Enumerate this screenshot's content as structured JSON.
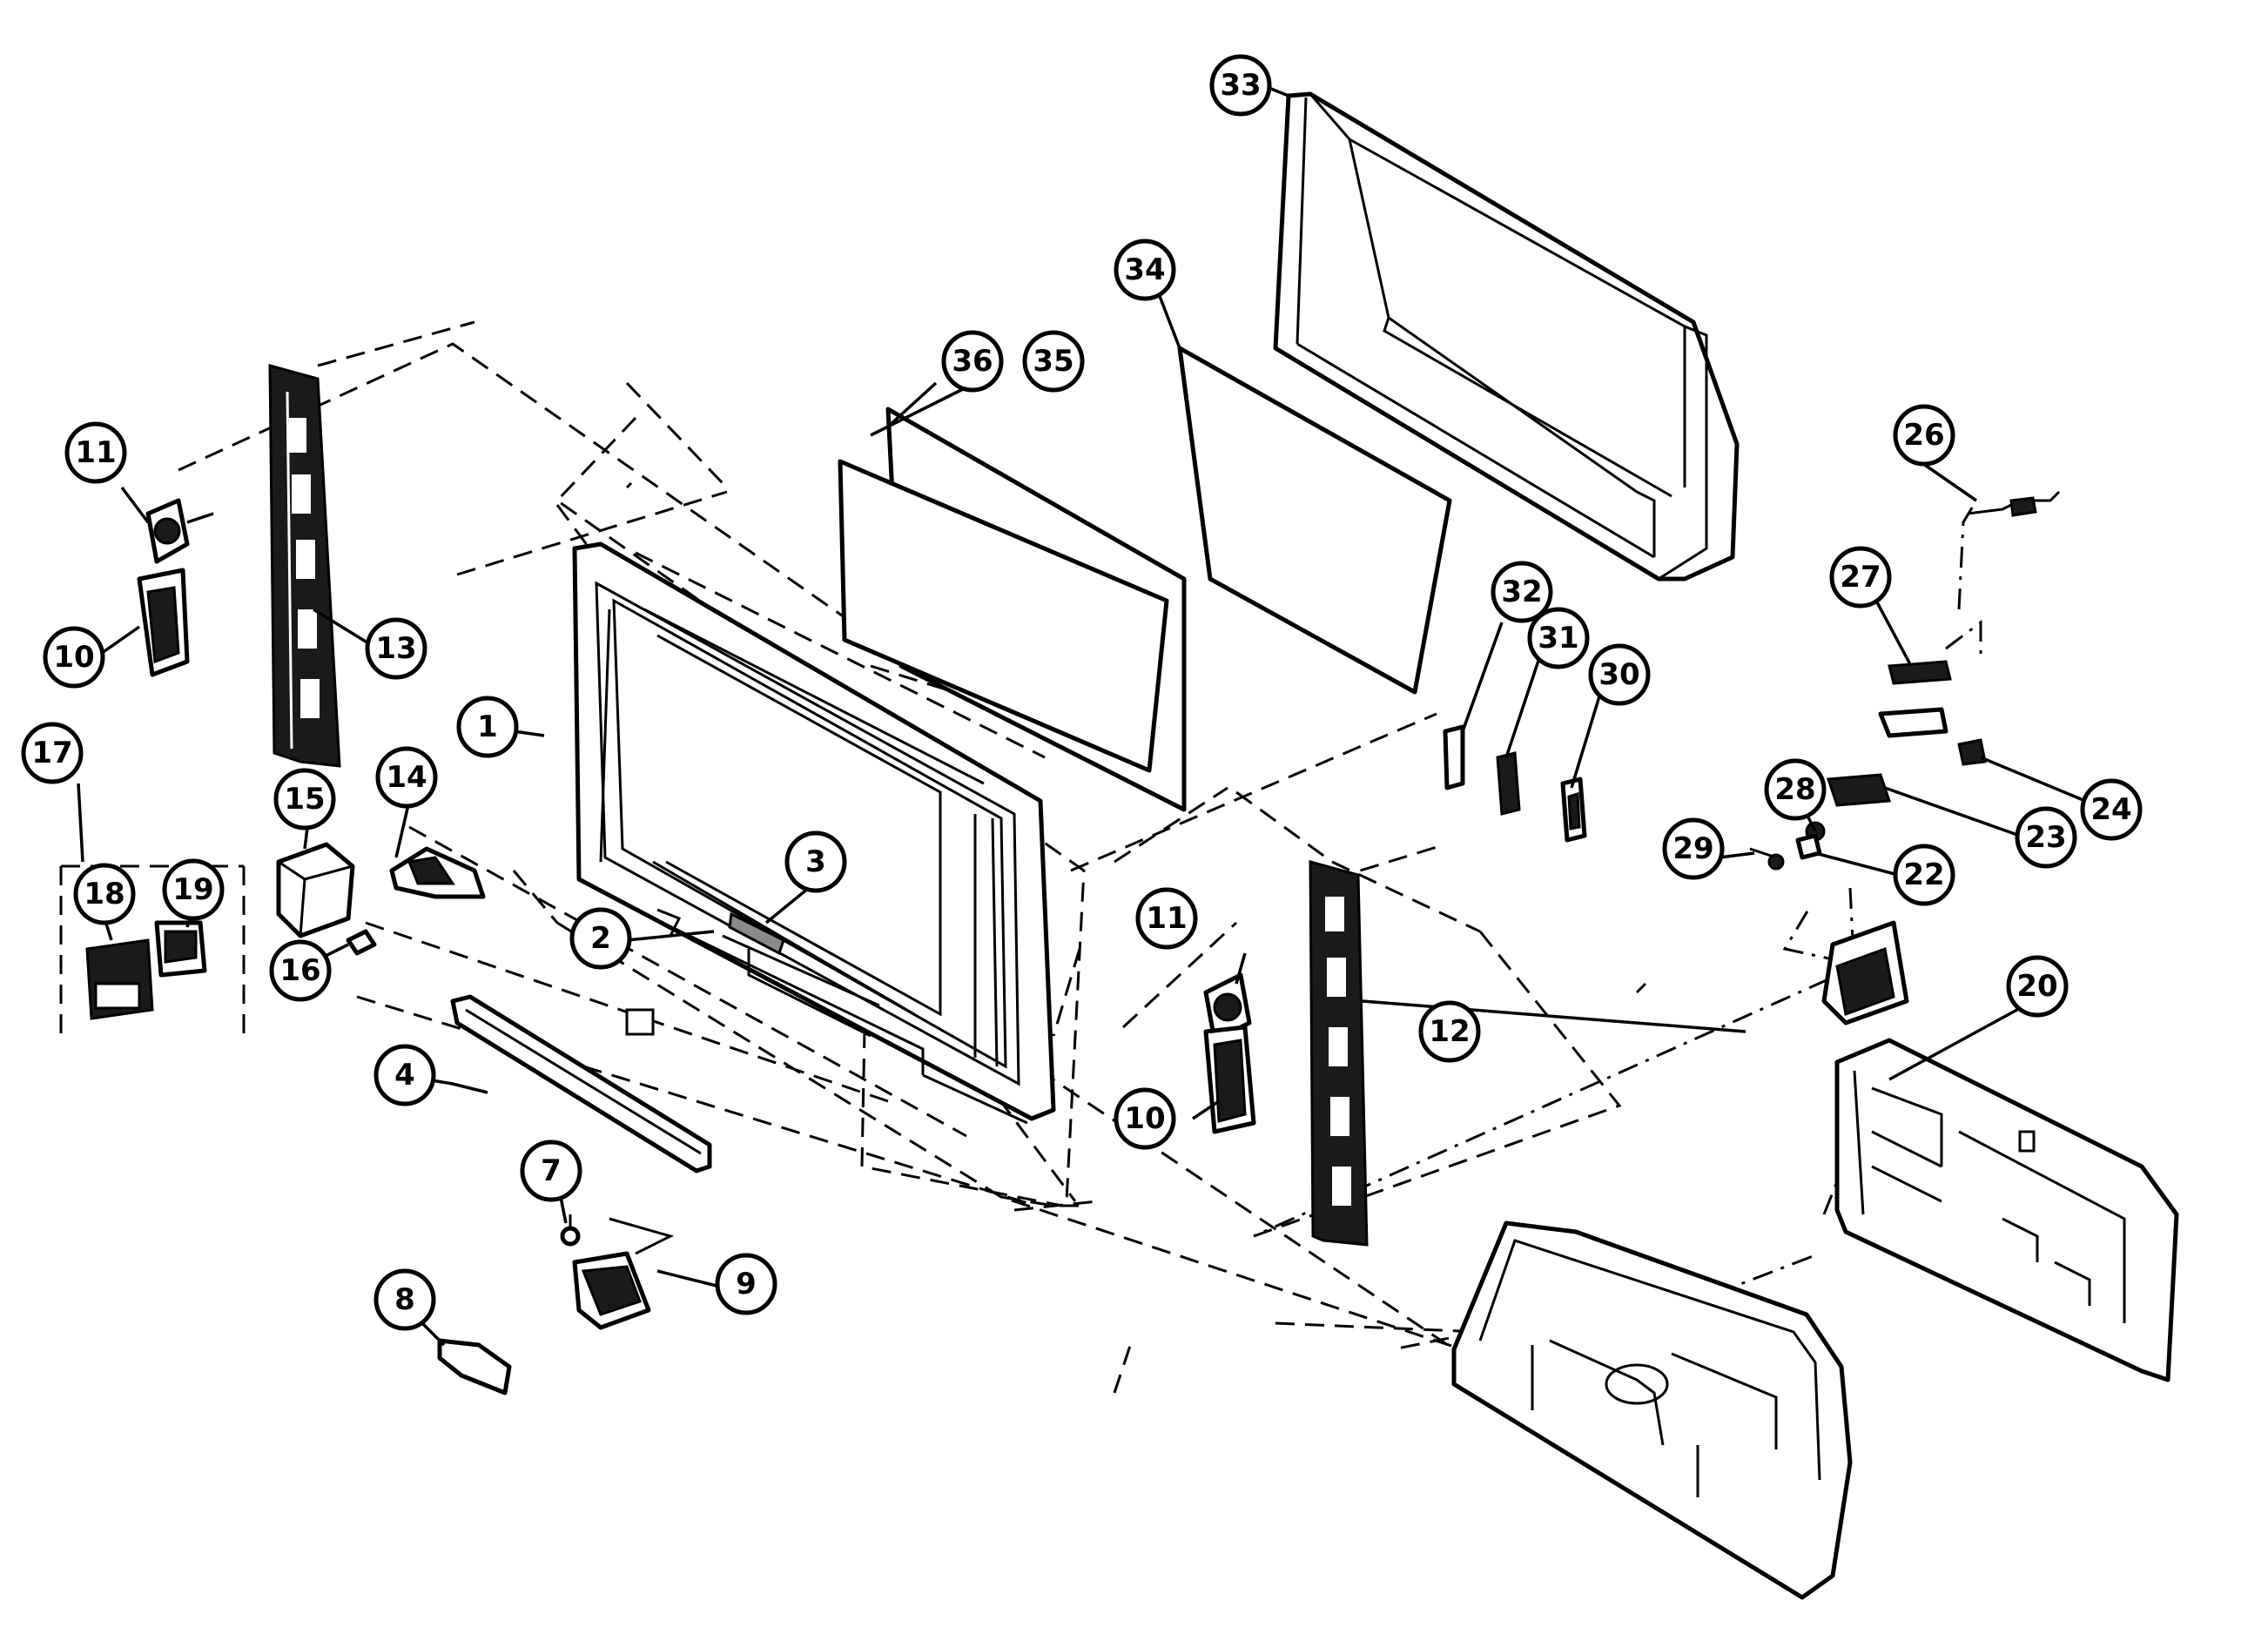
{
  "callouts": [
    {
      "id": "1",
      "label": "1"
    },
    {
      "id": "2",
      "label": "2"
    },
    {
      "id": "3",
      "label": "3"
    },
    {
      "id": "4",
      "label": "4"
    },
    {
      "id": "7",
      "label": "7"
    },
    {
      "id": "8",
      "label": "8"
    },
    {
      "id": "9",
      "label": "9"
    },
    {
      "id": "10a",
      "label": "10"
    },
    {
      "id": "10b",
      "label": "10"
    },
    {
      "id": "11a",
      "label": "11"
    },
    {
      "id": "11b",
      "label": "11"
    },
    {
      "id": "12",
      "label": "12"
    },
    {
      "id": "13",
      "label": "13"
    },
    {
      "id": "14",
      "label": "14"
    },
    {
      "id": "15",
      "label": "15"
    },
    {
      "id": "16",
      "label": "16"
    },
    {
      "id": "17",
      "label": "17"
    },
    {
      "id": "18",
      "label": "18"
    },
    {
      "id": "19",
      "label": "19"
    },
    {
      "id": "20",
      "label": "20"
    },
    {
      "id": "22",
      "label": "22"
    },
    {
      "id": "23",
      "label": "23"
    },
    {
      "id": "24",
      "label": "24"
    },
    {
      "id": "26",
      "label": "26"
    },
    {
      "id": "27",
      "label": "27"
    },
    {
      "id": "28",
      "label": "28"
    },
    {
      "id": "29",
      "label": "29"
    },
    {
      "id": "30",
      "label": "30"
    },
    {
      "id": "31",
      "label": "31"
    },
    {
      "id": "32",
      "label": "32"
    },
    {
      "id": "33",
      "label": "33"
    },
    {
      "id": "34",
      "label": "34"
    },
    {
      "id": "35",
      "label": "35"
    },
    {
      "id": "36",
      "label": "36"
    }
  ]
}
